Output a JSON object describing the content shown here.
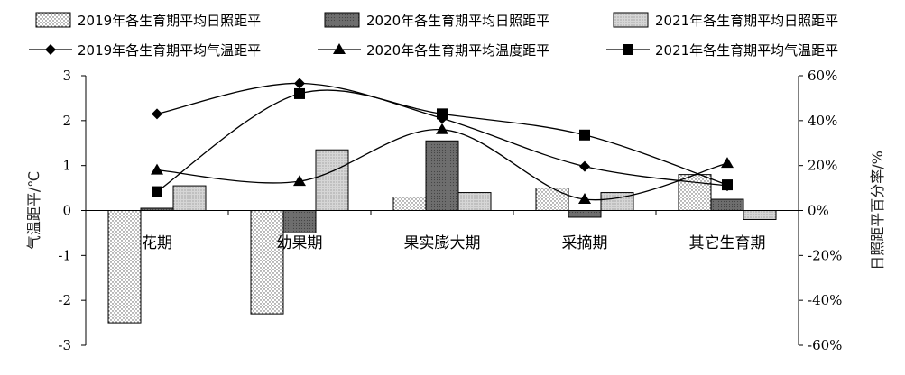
{
  "chart_data": {
    "type": "bar+line",
    "categories": [
      "花期",
      "幼果期",
      "果实膨大期",
      "采摘期",
      "其它生育期"
    ],
    "y_left": {
      "label": "气温距平/℃",
      "lim": [
        -3,
        3
      ],
      "ticks": [
        "3",
        "2",
        "1",
        "0",
        "-1",
        "-2",
        "-3"
      ]
    },
    "y_right": {
      "label": "日照距平百分率/%",
      "lim": [
        -60,
        60
      ],
      "ticks": [
        "60%",
        "40%",
        "20%",
        "0%",
        "-20%",
        "-40%",
        "-60%"
      ]
    },
    "bar_series": [
      {
        "name": "2019年各生育期平均日照距平",
        "axis": "right",
        "values": [
          -50,
          -46,
          6,
          10,
          16
        ],
        "pattern": "dots"
      },
      {
        "name": "2020年各生育期平均日照距平",
        "axis": "right",
        "values": [
          1,
          -10,
          31,
          -3,
          5
        ],
        "pattern": "dark"
      },
      {
        "name": "2021年各生育期平均日照距平",
        "axis": "right",
        "values": [
          11,
          27,
          8,
          8,
          -4
        ],
        "pattern": "fine"
      }
    ],
    "line_series": [
      {
        "name": "2019年各生育期平均气温距平",
        "axis": "left",
        "marker": "diamond",
        "values": [
          2.15,
          2.83,
          2.05,
          0.98,
          0.55
        ]
      },
      {
        "name": "2020年各生育期平均温度距平",
        "axis": "left",
        "marker": "triangle",
        "values": [
          0.9,
          0.65,
          1.8,
          0.25,
          1.05
        ]
      },
      {
        "name": "2021年各生育期平均气温距平",
        "axis": "left",
        "marker": "square",
        "values": [
          0.42,
          2.6,
          2.15,
          1.68,
          0.57
        ]
      }
    ],
    "legend_position": "top",
    "grid": false
  }
}
